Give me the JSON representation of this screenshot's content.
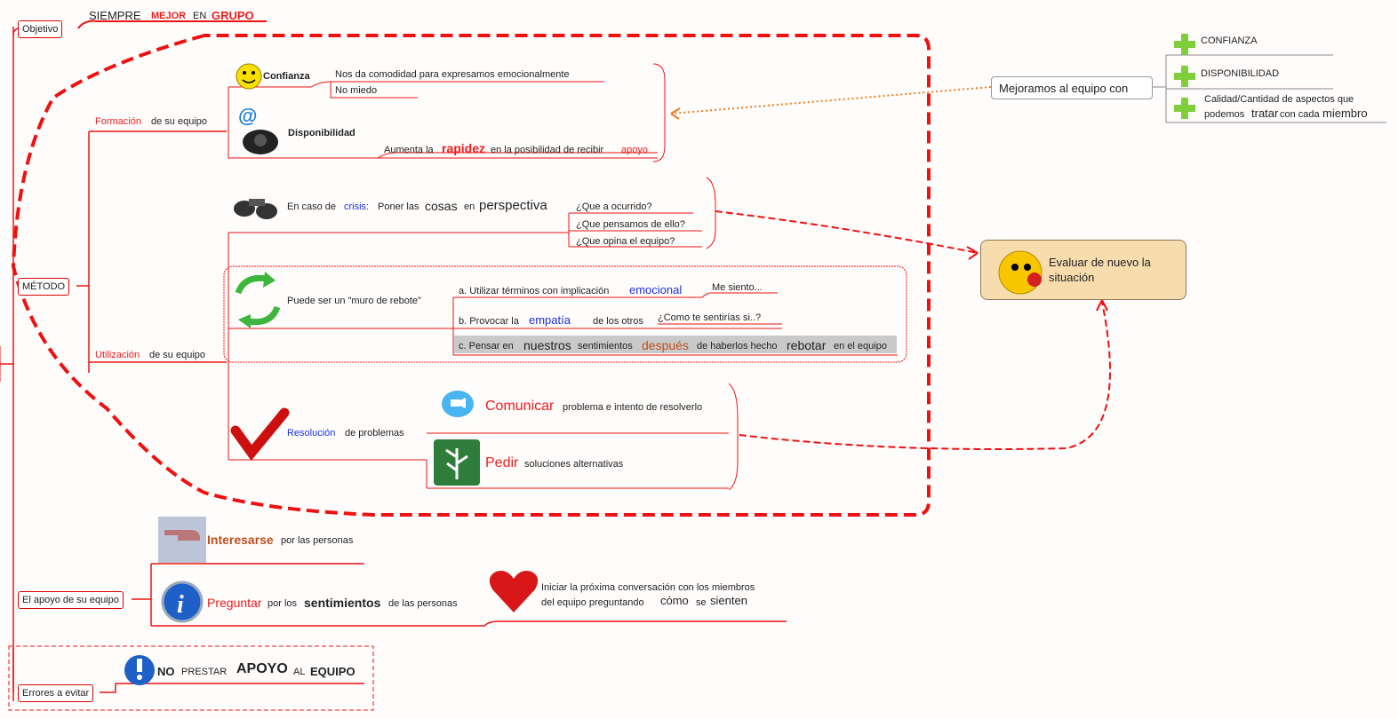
{
  "colors": {
    "branch": "#ee1c1c",
    "blue": "#1a2fe8",
    "brown": "#c0501d",
    "eval_bg": "#f7dcae",
    "plus_green": "#7fcf3c"
  },
  "objetivo": {
    "label": "Objetivo",
    "siempre": "SIEMPRE",
    "mejor": "MEJOR",
    "en": "EN",
    "grupo": "GRUPO"
  },
  "metodo": {
    "label": "MÉTODO",
    "formacion": {
      "red": "Formación",
      "rest": "de su equipo"
    },
    "utilizacion": {
      "red": "Utilización",
      "rest": "de su equipo"
    },
    "confianza": {
      "title": "Confianza",
      "item1": "Nos da comodidad para expresamos emocionalmente",
      "item2": "No miedo"
    },
    "disponibilidad": {
      "title": "Disponibilidad",
      "aumenta": "Aumenta la",
      "rapidez": "rapidez",
      "mid": "en la posibilidad de recibir",
      "apoyo": "apoyo"
    },
    "crisis": {
      "pre": "En caso de",
      "crisis": "crisis:",
      "poner": "Poner las",
      "cosas": "cosas",
      "en": "en",
      "perspectiva": "perspectiva",
      "q1": "¿Que a ocurrido?",
      "q2": "¿Que pensamos de ello?",
      "q3": "¿Que opina el equipo?"
    },
    "muro": {
      "label": "Puede ser un \"muro de rebote\"",
      "a_pre": "a. Utilizar términos con implicación",
      "a_blue": "emocional",
      "a_note": "Me siento...",
      "b_pre": "b. Provocar la",
      "b_blue": "empatía",
      "b_post": "de los otros",
      "b_note": "¿Como te sentirías si..?",
      "c_pre": "c. Pensar en",
      "c_big1": "nuestros",
      "c_mid1": "sentimientos",
      "c_brown": "después",
      "c_mid2": "de haberlos hecho",
      "c_big2": "rebotar",
      "c_post": "en el equipo"
    },
    "resolucion": {
      "blue": "Resolución",
      "rest": "de problemas",
      "comunicar": "Comunicar",
      "comunicar_rest": "problema e intento de resolverlo",
      "pedir": "Pedir",
      "pedir_rest": "soluciones alternativas"
    }
  },
  "mejoramos": {
    "label": "Mejoramos al equipo con",
    "items": [
      "CONFIANZA",
      "DISPONIBILIDAD"
    ],
    "item3_line1": "Calidad/Cantidad de aspectos que",
    "item3_l2_a": "podemos",
    "item3_l2_b": "tratar",
    "item3_l2_c": "con cada",
    "item3_l2_d": "miembro"
  },
  "evaluar": {
    "line1": "Evaluar de nuevo la",
    "line2": "situación"
  },
  "apoyo": {
    "label": "El apoyo de su equipo",
    "interesarse": "Interesarse",
    "interesarse_rest": "por las personas",
    "preguntar": "Preguntar",
    "preguntar_mid": "por los",
    "sentimientos": "sentimientos",
    "preguntar_rest": "de las personas",
    "iniciar_l1": "Iniciar la próxima conversación con los miembros",
    "iniciar_l2a": "del equipo preguntando",
    "como": "cómo",
    "se": "se",
    "sienten": "sienten"
  },
  "errores": {
    "label": "Errores a evitar",
    "no": "NO",
    "prestar": "PRESTAR",
    "apoyo": "APOYO",
    "al": "AL",
    "equipo": "EQUIPO"
  }
}
